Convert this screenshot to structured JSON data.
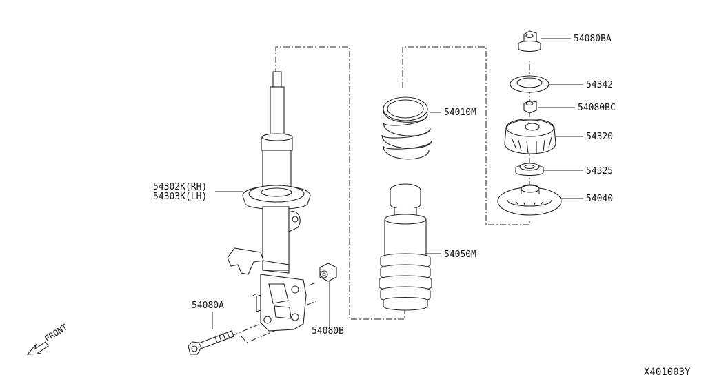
{
  "labels": {
    "nut_top": "54080BA",
    "washer": "54342",
    "nut_mid": "54080BC",
    "insulator": "54320",
    "bearing": "54325",
    "seat": "54040",
    "spring": "54010M",
    "bound_bumper": "54050M",
    "strut_rh": "54302K(RH)",
    "strut_lh": "54303K(LH)",
    "bolt": "54080A",
    "nut_bottom": "54080B"
  },
  "front_label": "FRONT",
  "diagram_id": "X401003Y"
}
